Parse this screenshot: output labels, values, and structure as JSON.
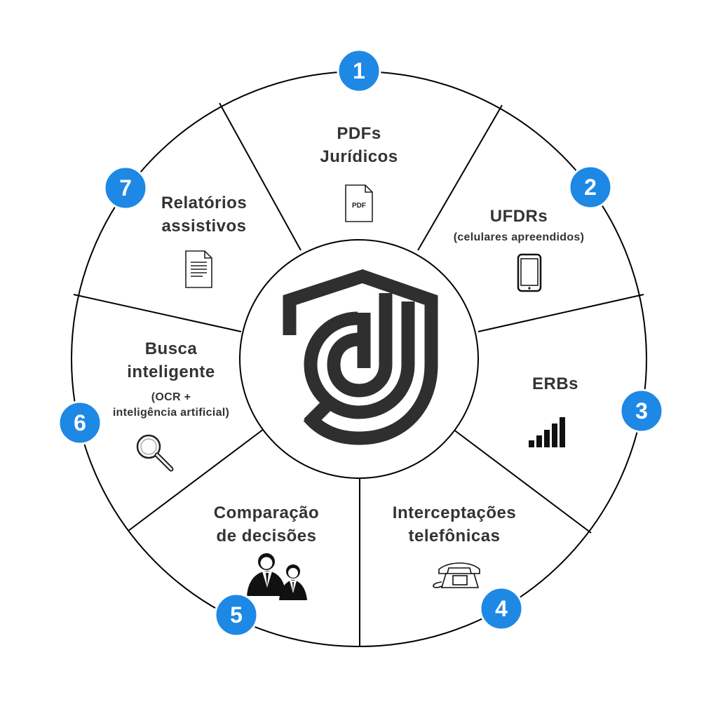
{
  "colors": {
    "badge": "#1E88E5",
    "text": "#333333",
    "logo": "#2f2f2f",
    "line": "#000000"
  },
  "segments": [
    {
      "number": "1",
      "title_lines": [
        "PDFs",
        "Jurídicos"
      ],
      "subtitle_lines": [],
      "icon": "pdf-file-icon",
      "icon_text": "PDF"
    },
    {
      "number": "2",
      "title_lines": [
        "UFDRs"
      ],
      "subtitle_lines": [
        "(celulares apreendidos)"
      ],
      "icon": "smartphone-icon"
    },
    {
      "number": "3",
      "title_lines": [
        "ERBs"
      ],
      "subtitle_lines": [],
      "icon": "signal-bars-icon"
    },
    {
      "number": "4",
      "title_lines": [
        "Interceptações",
        "telefônicas"
      ],
      "subtitle_lines": [],
      "icon": "telephone-icon"
    },
    {
      "number": "5",
      "title_lines": [
        "Comparação",
        "de decisões"
      ],
      "subtitle_lines": [],
      "icon": "businessmen-icon"
    },
    {
      "number": "6",
      "title_lines": [
        "Busca",
        "inteligente"
      ],
      "subtitle_lines": [
        "(OCR +",
        "inteligência artificial)"
      ],
      "icon": "magnifier-icon"
    },
    {
      "number": "7",
      "title_lines": [
        "Relatórios",
        "assistivos"
      ],
      "subtitle_lines": [],
      "icon": "document-icon"
    }
  ],
  "center": {
    "icon": "shield-logo-icon"
  }
}
